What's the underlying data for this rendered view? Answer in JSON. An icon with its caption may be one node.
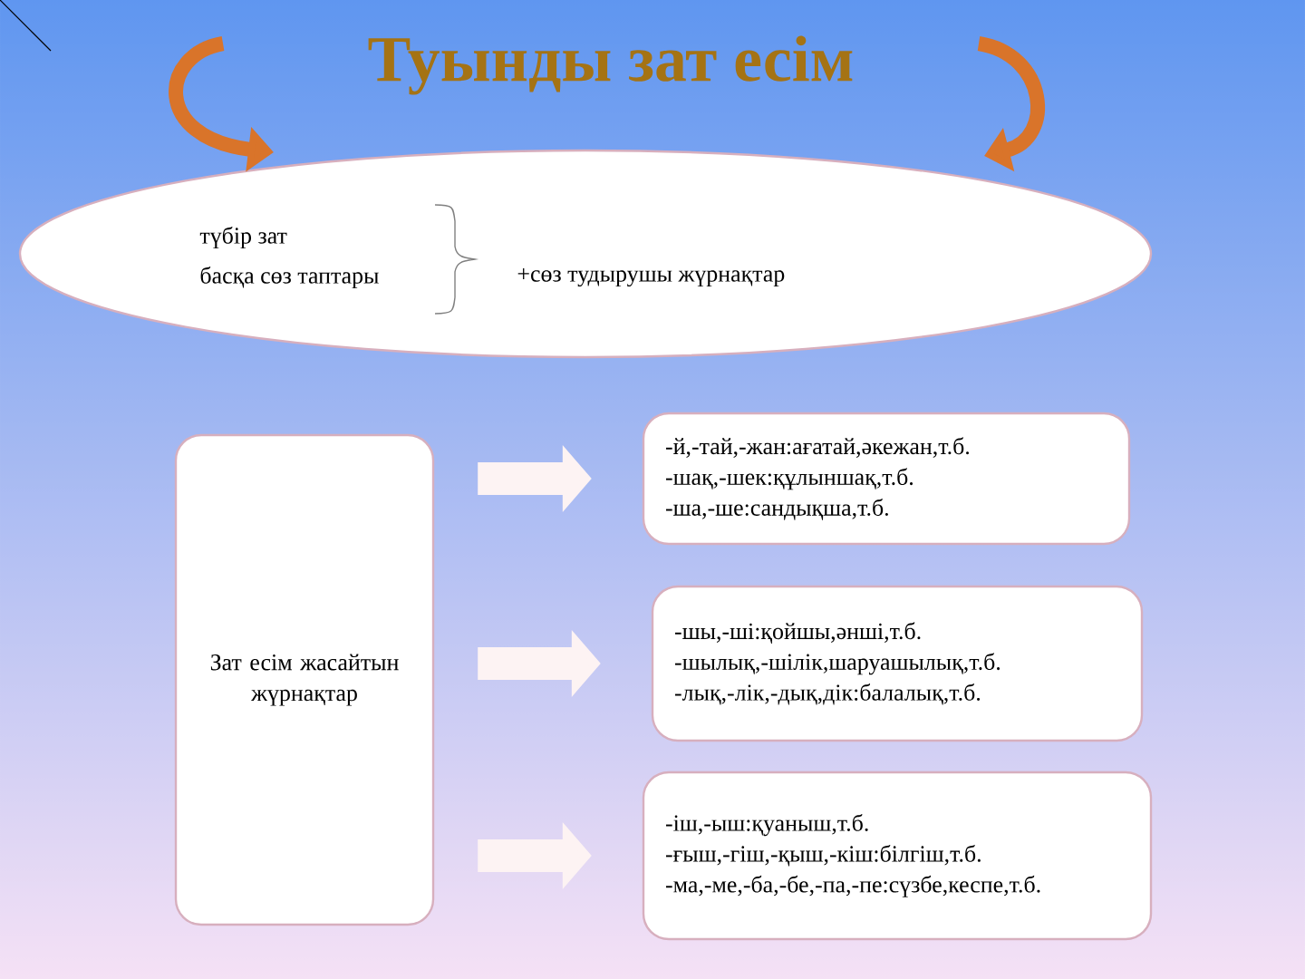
{
  "diagram": {
    "title": "Туынды зат есім",
    "nodes": [
      {
        "text": [
          "түбір зат",
          "басқа сөз таптары",
          "+сөз тудырушы жүрнақтар"
        ]
      },
      {
        "text": [
          "Зат есім жасайтын жүрнақтар"
        ]
      },
      {
        "text": [
          "-й,-тай,-жан:ағатай,әкежан,т.б.",
          "-шақ,-шек:құлыншақ,т.б.",
          "-ша,-ше:сандықша,т.б."
        ]
      },
      {
        "text": [
          "-шы,-ші:қойшы,әнші,т.б.",
          "-шылық,-шілік,шаруашылық,т.б.",
          "-лық,-лік,-дық,дік:балалық,т.б."
        ]
      },
      {
        "text": [
          "-іш,-ыш:қуаныш,т.б.",
          "-ғыш,-гіш,-қыш,-кіш:білгіш,т.б.",
          "-ма,-ме,-ба,-бе,-па,-пе:сүзбе,кеспе,т.б."
        ]
      }
    ],
    "edges": [
      {
        "from": null,
        "to": 0,
        "arrow": "to",
        "color": "#d9742a"
      },
      {
        "from": null,
        "to": 0,
        "arrow": "to",
        "color": "#d9742a"
      },
      {
        "from": 1,
        "to": 2,
        "arrow": "to"
      },
      {
        "from": 1,
        "to": 3,
        "arrow": "to"
      },
      {
        "from": 1,
        "to": 4,
        "arrow": "to"
      }
    ]
  }
}
